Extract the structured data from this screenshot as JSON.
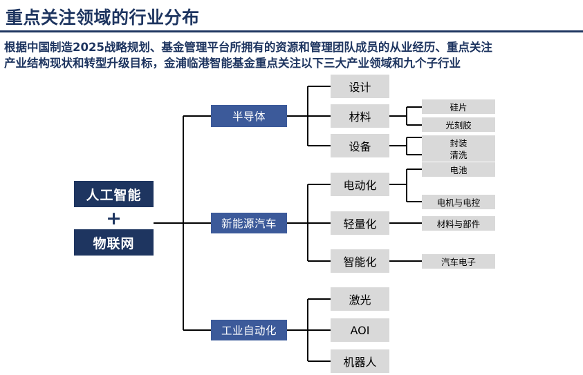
{
  "slide": {
    "title": "重点关注领域的行业分布",
    "subtitle_lines": [
      "根据中国制造2025战略规划、基金管理平台所拥有的资源和管理团队成员的从业经历、重点关注",
      "产业结构现状和转型升级目标，金浦临港智能基金重点关注以下三大产业领域和九个子行业"
    ],
    "colors": {
      "navy": "#1e3560",
      "blue": "#3c5a9a",
      "grey": "#d9d9d9",
      "line": "#000000",
      "white": "#ffffff"
    }
  },
  "diagram": {
    "type": "tree",
    "root": {
      "top_label": "人工智能",
      "connector_label": "+",
      "bottom_label": "物联网"
    },
    "branches": [
      {
        "label": "半导体",
        "children": [
          {
            "label": "设计",
            "leaves": []
          },
          {
            "label": "材料",
            "leaves": [
              "硅片",
              "光刻胶"
            ]
          },
          {
            "label": "设备",
            "leaves": [
              "封装",
              "清洗"
            ]
          }
        ]
      },
      {
        "label": "新能源汽车",
        "children": [
          {
            "label": "电动化",
            "leaves": [
              "电池",
              "电机与电控"
            ]
          },
          {
            "label": "轻量化",
            "leaves": [
              "材料与部件"
            ]
          },
          {
            "label": "智能化",
            "leaves": [
              "汽车电子"
            ]
          }
        ]
      },
      {
        "label": "工业自动化",
        "children": [
          {
            "label": "激光",
            "leaves": []
          },
          {
            "label": "AOI",
            "leaves": []
          },
          {
            "label": "机器人",
            "leaves": []
          }
        ]
      }
    ]
  }
}
